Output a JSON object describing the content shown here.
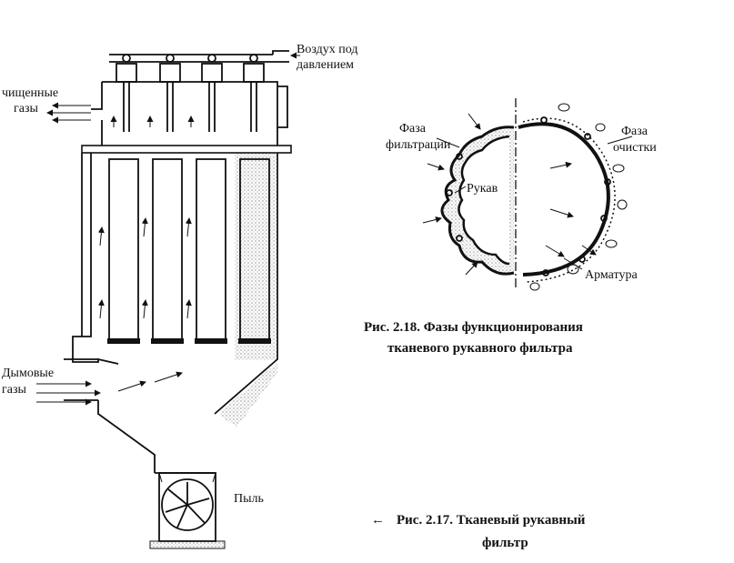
{
  "fig17": {
    "label_air": [
      "Воздух под",
      "давлением"
    ],
    "label_clean": [
      "чищенные",
      "газы"
    ],
    "label_smoke": [
      "Дымовые",
      "газы"
    ],
    "label_dust": "Пыль",
    "caption_arrow": "←",
    "caption": [
      "Рис. 2.17. Тканевый рукавный",
      "фильтр"
    ]
  },
  "fig18": {
    "label_filtration": [
      "Фаза",
      "фильтрации"
    ],
    "label_cleaning": [
      "Фаза",
      "очистки"
    ],
    "label_bag": "Рукав",
    "label_frame": "Арматура",
    "caption": [
      "Рис. 2.18. Фазы функционирования",
      "тканевого рукавного фильтра"
    ]
  }
}
